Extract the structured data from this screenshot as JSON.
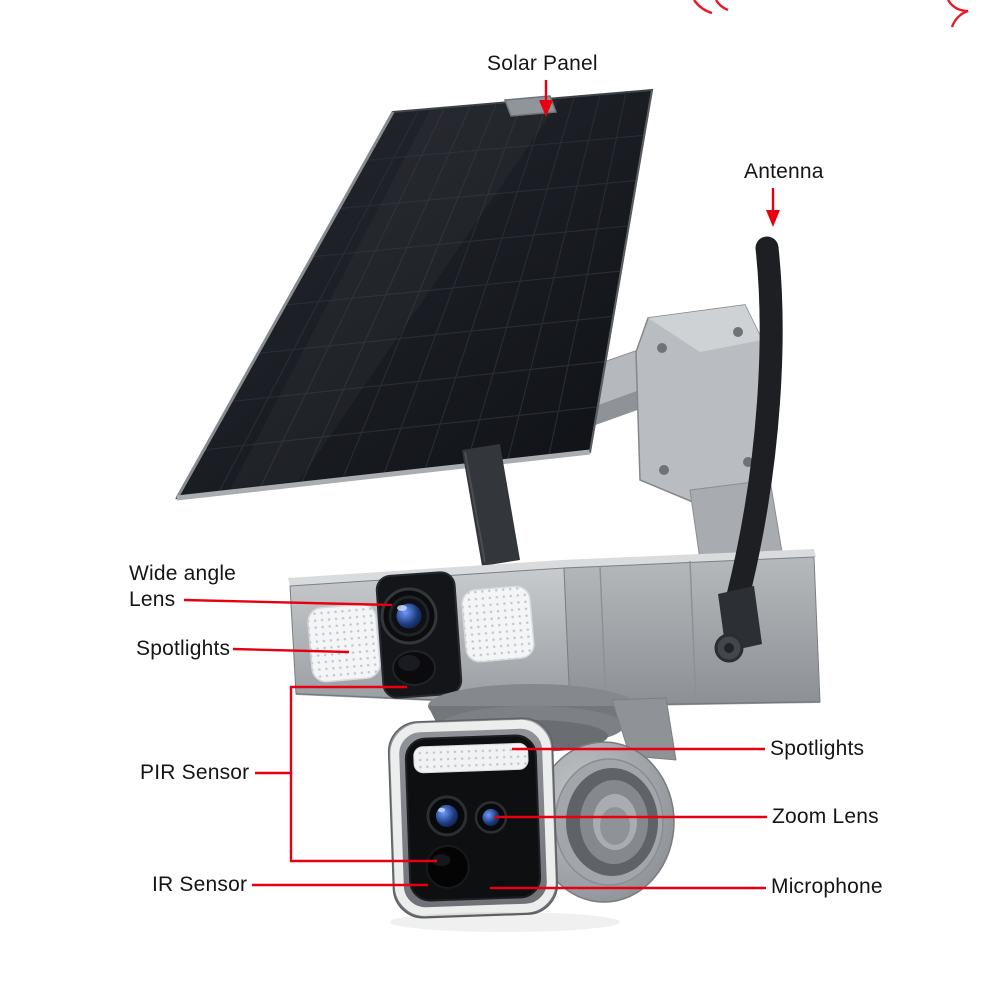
{
  "scene": {
    "background": "#ffffff",
    "annotation_color": "#e60012",
    "label_color": "#151515"
  },
  "labels": {
    "solar_panel": "Solar Panel",
    "antenna": "Antenna",
    "wide_angle_line1": "Wide angle",
    "wide_angle_line2": "Lens",
    "spotlights_left": "Spotlights",
    "pir_sensor": "PIR Sensor",
    "ir_sensor": "IR Sensor",
    "spotlights_right": "Spotlights",
    "zoom_lens": "Zoom Lens",
    "microphone": "Microphone"
  }
}
